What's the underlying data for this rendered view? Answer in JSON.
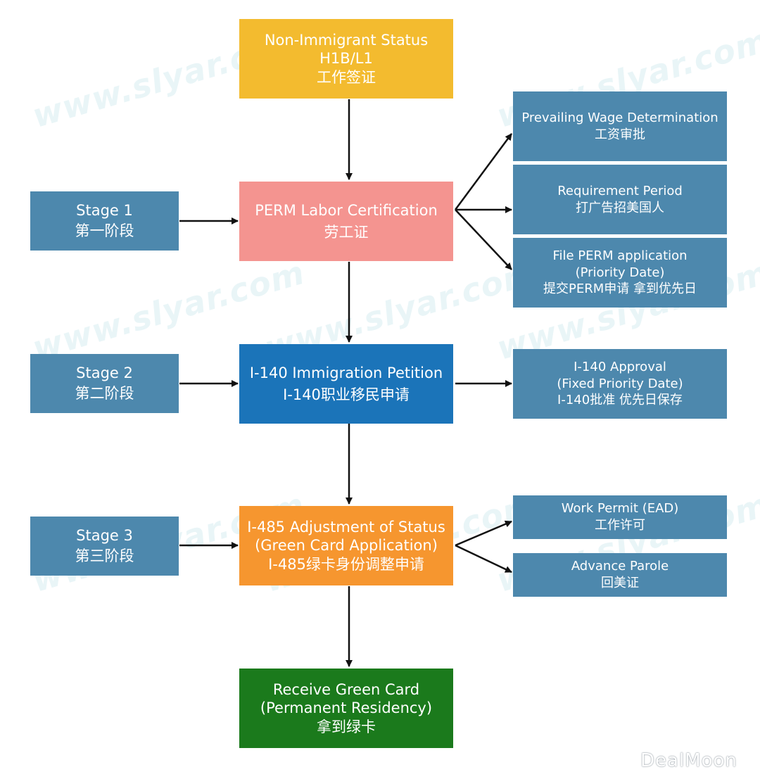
{
  "watermark": {
    "text": "www.slyar.com"
  },
  "brand": {
    "text": "DealMoon"
  },
  "main_flow": {
    "non_immigrant": {
      "line1": "Non-Immigrant Status",
      "line2": "H1B/L1",
      "line3": "工作签证"
    },
    "perm": {
      "line1": "PERM Labor Certification",
      "line2": "劳工证"
    },
    "i140": {
      "line1": "I-140 Immigration Petition",
      "line2": "I-140职业移民申请"
    },
    "i485": {
      "line1": "I-485 Adjustment of Status",
      "line2": "(Green Card Application)",
      "line3": "I-485绿卡身份调整申请"
    },
    "green_card": {
      "line1": "Receive Green Card",
      "line2": "(Permanent Residency)",
      "line3": "拿到绿卡"
    }
  },
  "stages": [
    {
      "line1": "Stage 1",
      "line2": "第一阶段"
    },
    {
      "line1": "Stage 2",
      "line2": "第二阶段"
    },
    {
      "line1": "Stage 3",
      "line2": "第三阶段"
    }
  ],
  "perm_steps": [
    {
      "line1": "Prevailing Wage Determination",
      "line2": "工资审批"
    },
    {
      "line1": "Requirement Period",
      "line2": "打广告招美国人"
    },
    {
      "line1": "File PERM application",
      "line2": "(Priority Date)",
      "line3": "提交PERM申请 拿到优先日"
    }
  ],
  "i140_result": {
    "line1": "I-140 Approval",
    "line2": "(Fixed Priority Date)",
    "line3": "I-140批准 优先日保存"
  },
  "i485_benefits": [
    {
      "line1": "Work Permit (EAD)",
      "line2": "工作许可"
    },
    {
      "line1": "Advance Parole",
      "line2": "回美证"
    }
  ],
  "colors": {
    "non_immigrant": "#f3bb2f",
    "perm": "#f49490",
    "i140": "#1b74b9",
    "i485": "#f6962f",
    "green_card": "#1b7a1c",
    "side_boxes": "#4d88ad",
    "arrows": "#111111"
  }
}
